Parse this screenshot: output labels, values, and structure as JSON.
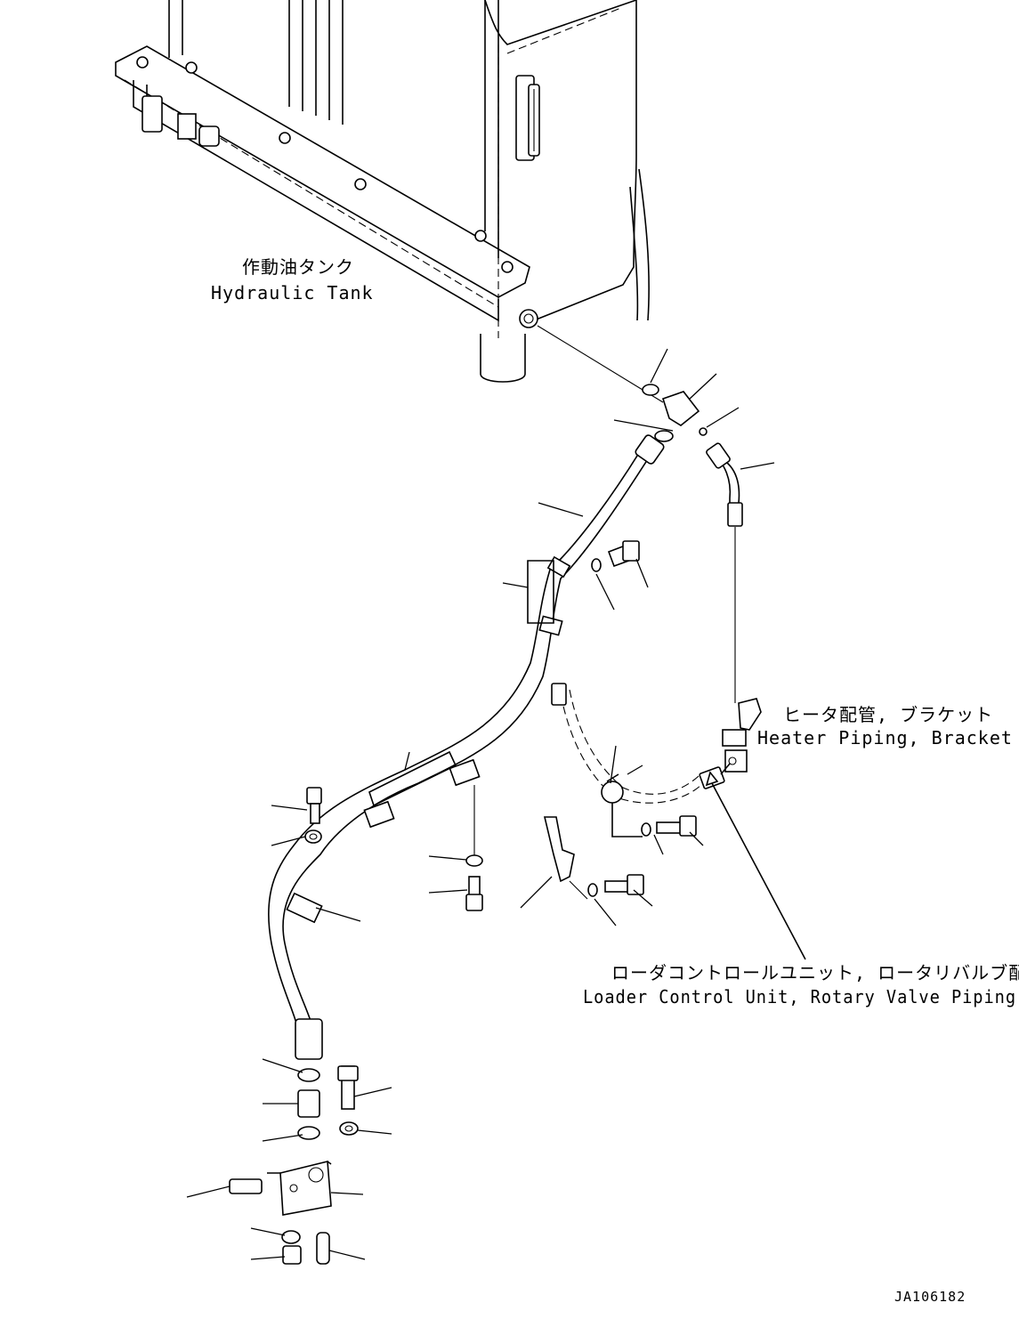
{
  "labels": {
    "hydraulic_tank_jp": "作動油タンク",
    "hydraulic_tank_en": "Hydraulic Tank",
    "heater_piping_jp": "ヒータ配管, ブラケット",
    "heater_piping_en": "Heater Piping, Bracket",
    "loader_control_jp": "ローダコントロールユニット, ロータリバルブ配管",
    "loader_control_en": "Loader Control Unit, Rotary Valve Piping",
    "drawing_number": "JA106182"
  }
}
